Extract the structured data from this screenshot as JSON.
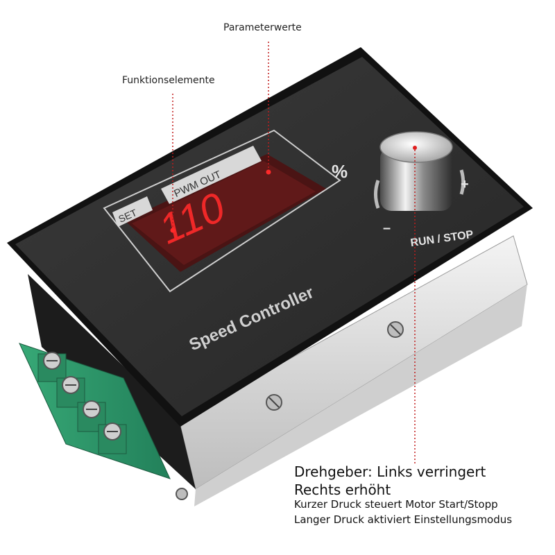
{
  "callouts": {
    "parameter_values": "Parameterwerte",
    "function_elements": "Funktionselemente"
  },
  "device": {
    "title": "Speed Controller",
    "pwm_label": "PWM OUT",
    "set_label": "SET",
    "display_value": "110",
    "unit": "%",
    "knob_plus": "+",
    "knob_minus": "–",
    "run_stop": "RUN / STOP"
  },
  "description": {
    "line1": "Drehgeber: Links verringert",
    "line2": "Rechts erhöht",
    "line3": "Kurzer Druck steuert Motor Start/Stopp",
    "line4": "Langer Druck aktiviert Einstellungsmodus"
  },
  "colors": {
    "display_digits": "#ff2a2a",
    "annotation_line": "#c21c1c",
    "terminal_green": "#2f9a6b",
    "panel": "#2b2b2b"
  }
}
